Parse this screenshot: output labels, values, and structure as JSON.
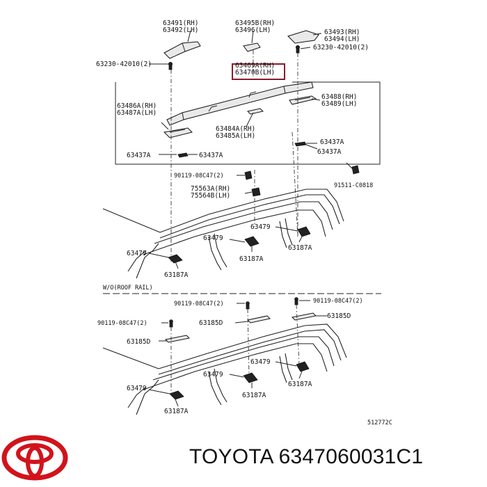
{
  "labels": {
    "p63491": "63491(RH)",
    "p63492": "63492(LH)",
    "p63495": "63495B(RH)",
    "p63496": "63496(LH)",
    "p63493": "63493(RH)",
    "p63494": "63494(LH)",
    "p63230_l": "63230-42010(2)",
    "p63230_r": "63230-42010(2)",
    "p63469": "63469A(RH)",
    "p63470": "63470B(LH)",
    "p63486": "63486A(RH)",
    "p63487": "63487A(LH)",
    "p63488": "63488(RH)",
    "p63489": "63489(LH)",
    "p63484": "63484A(RH)",
    "p63485": "63485A(LH)",
    "p63437_a": "63437A",
    "p63437_b": "63437A",
    "p63437_c": "63437A",
    "p63437_d": "63437A",
    "p90119_1": "90119-08C47(2)",
    "p91511": "91511-C0818",
    "p75563": "75563A(RH)",
    "p75564": "75564B(LH)",
    "p63479_1": "63479",
    "p63479_2": "63479",
    "p63479_3": "63479",
    "p63187_1": "63187A",
    "p63187_2": "63187A",
    "p63187_3": "63187A",
    "wo_roof": "W/O(ROOF RAIL)",
    "p90119_2": "90119-08C47(2)",
    "p90119_3": "90119-08C47(2)",
    "p90119_4": "90119-08C47(2)",
    "p63185_1": "63185D",
    "p63185_2": "63185D",
    "p63185_3": "63185D",
    "p63479_4": "63479",
    "p63479_5": "63479",
    "p63479_6": "63479",
    "p63187_4": "63187A",
    "p63187_5": "63187A",
    "p63187_6": "63187A",
    "drawing_no": "512772C"
  },
  "highlight_color": "#8b1a2b",
  "logo": {
    "name": "toyota-logo",
    "color": "#d2131b"
  },
  "caption": "TOYOTA 6347060031C1"
}
